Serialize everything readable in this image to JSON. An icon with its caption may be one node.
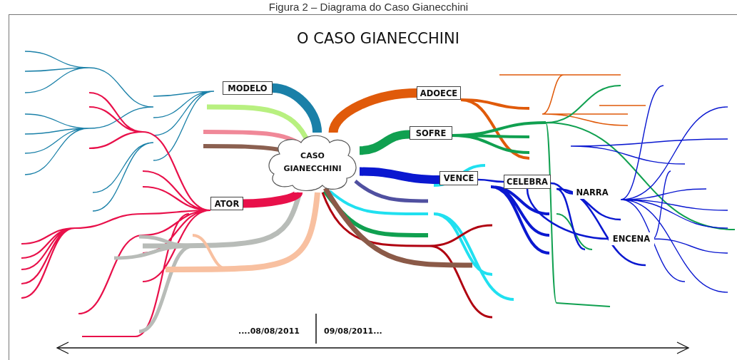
{
  "diagram": {
    "caption": "Figura 2 – Diagrama do Caso Gianecchini",
    "title": "O CASO GIANECCHINI",
    "nodes": [
      {
        "text": [
          "CASO GIANECCHINI"
        ]
      },
      {
        "text": [
          "MODELO"
        ]
      },
      {
        "text": [
          "ADOECE"
        ]
      },
      {
        "text": [
          "SOFRE"
        ]
      },
      {
        "text": [
          "ATOR"
        ]
      },
      {
        "text": [
          "VENCE"
        ]
      },
      {
        "text": [
          "CELEBRA"
        ]
      },
      {
        "text": [
          "NARRA"
        ]
      },
      {
        "text": [
          "ENCENA"
        ]
      }
    ],
    "edges": [
      {
        "from": 0,
        "to": 1,
        "arrow": "none",
        "color": "#1a80a8"
      },
      {
        "from": 0,
        "to": 2,
        "arrow": "none",
        "color": "#e05a0a"
      },
      {
        "from": 0,
        "to": 3,
        "arrow": "none",
        "color": "#10a050"
      },
      {
        "from": 0,
        "to": 4,
        "arrow": "none",
        "color": "#e8104a"
      },
      {
        "from": 0,
        "to": 5,
        "arrow": "none"
      },
      {
        "from": 5,
        "to": 6,
        "arrow": "none"
      },
      {
        "from": 6,
        "to": 7,
        "arrow": "none"
      },
      {
        "from": 6,
        "to": 8,
        "arrow": "none"
      }
    ],
    "labels": [
      "....08/08/2011",
      "09/08/2011..."
    ]
  }
}
